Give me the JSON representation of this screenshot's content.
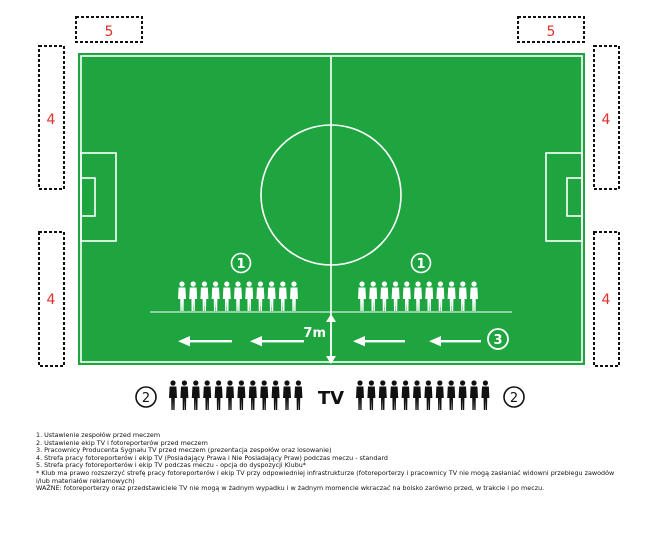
{
  "zones": {
    "zone4_label": "4",
    "zone5_label": "5"
  },
  "field": {
    "distance_label": "7m",
    "marker_1": "1",
    "marker_2": "2",
    "marker_3": "3",
    "tv_label": "TV"
  },
  "colors": {
    "pitch": "#1ea53f",
    "lines": "#ffffff",
    "zone_number": "#e0312b",
    "zone_border": "#111111",
    "silhouette_on_pitch": "#ffffff",
    "silhouette_off_pitch": "#111111"
  },
  "legend": {
    "items": [
      "1. Ustawienie zespołów przed meczem",
      "2. Ustawienie ekip TV i fotoreporterów przed meczem",
      "3. Pracownicy Producenta Sygnału TV przed meczem (prezentacja zespołów oraz losowanie)",
      "4. Strefa pracy fotoreporterów i ekip TV (Posiadający Prawa i Nie Posiadający Praw) podczas meczu - standard",
      "5. Strefa pracy fotoreporterów i ekip TV podczas meczu - opcja do dyspozycji Klubu*"
    ],
    "footnote": "* Klub ma prawo rozszerzyć strefę pracy fotoreporterów i ekip TV przy odpowiedniej infrastrukturze (fotoreporterzy i pracownicy TV nie mogą zasłaniać widowni przebiegu zawodów i/lub materiałów reklamowych)",
    "warning": "WAŻNE: fotoreporterzy oraz przedstawiciele TV nie mogą w żadnym wypadku i w żadnym momencie wkraczać na boisko zarówno przed, w trakcie i po meczu."
  }
}
